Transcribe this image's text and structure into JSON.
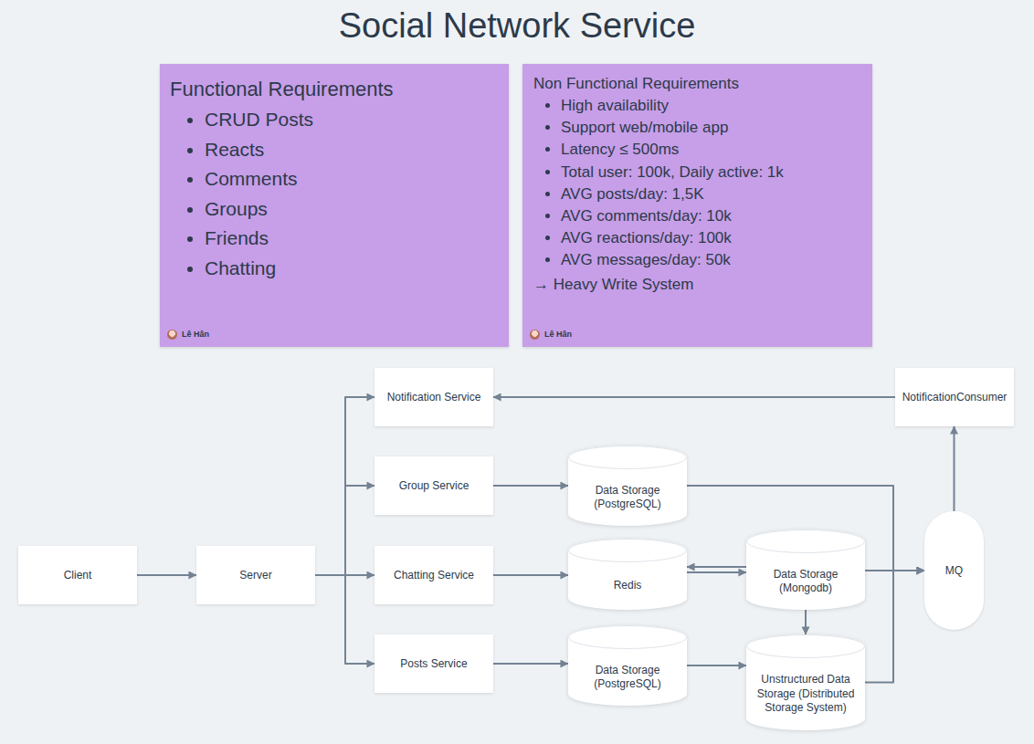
{
  "diagram": {
    "title": "Social Network Service",
    "nodes": [
      {
        "text": [
          "Functional Requirements",
          "CRUD Posts",
          "Reacts",
          "Comments",
          "Groups",
          "Friends",
          "Chatting",
          "Lê Hân"
        ]
      },
      {
        "text": [
          "Non Functional Requirements",
          "High availability",
          "Support web/mobile app",
          "Latency ≤ 500ms",
          "Total user: 100k, Daily active: 1k",
          "AVG posts/day: 1,5K",
          "AVG comments/day: 10k",
          "AVG reactions/day: 100k",
          "AVG messages/day: 50k",
          "→ Heavy Write System",
          "Lê Hân"
        ]
      },
      {
        "text": [
          "Client"
        ]
      },
      {
        "text": [
          "Server"
        ]
      },
      {
        "text": [
          "Notification Service"
        ]
      },
      {
        "text": [
          "Group Service"
        ]
      },
      {
        "text": [
          "Chatting Service"
        ]
      },
      {
        "text": [
          "Posts Service"
        ]
      },
      {
        "text": [
          "Data Storage (PostgreSQL)"
        ]
      },
      {
        "text": [
          "Redis"
        ]
      },
      {
        "text": [
          "Data Storage (Mongodb)"
        ]
      },
      {
        "text": [
          "Data Storage (PostgreSQL)"
        ]
      },
      {
        "text": [
          "Unstructured Data Storage (Distributed Storage System)"
        ]
      },
      {
        "text": [
          "MQ"
        ]
      },
      {
        "text": [
          "NotificationConsumer"
        ]
      }
    ],
    "edges": [
      {
        "from": 2,
        "to": 3,
        "arrow": "to"
      },
      {
        "from": 3,
        "to": 4,
        "arrow": "to"
      },
      {
        "from": 3,
        "to": 5,
        "arrow": "to"
      },
      {
        "from": 3,
        "to": 6,
        "arrow": "to"
      },
      {
        "from": 3,
        "to": 7,
        "arrow": "to"
      },
      {
        "from": 5,
        "to": 8,
        "arrow": "to"
      },
      {
        "from": 6,
        "to": 9,
        "arrow": "to"
      },
      {
        "from": 7,
        "to": 11,
        "arrow": "to"
      },
      {
        "from": 9,
        "to": 10,
        "arrow": "to"
      },
      {
        "from": 10,
        "to": 9,
        "arrow": "to"
      },
      {
        "from": 10,
        "to": 12,
        "arrow": "to"
      },
      {
        "from": 11,
        "to": 12,
        "arrow": "to"
      },
      {
        "from": 8,
        "to": 13,
        "arrow": "to"
      },
      {
        "from": 10,
        "to": 13,
        "arrow": "to"
      },
      {
        "from": 12,
        "to": 13,
        "arrow": "to"
      },
      {
        "from": 13,
        "to": 14,
        "arrow": "to"
      },
      {
        "from": 14,
        "to": 4,
        "arrow": "to"
      }
    ]
  }
}
